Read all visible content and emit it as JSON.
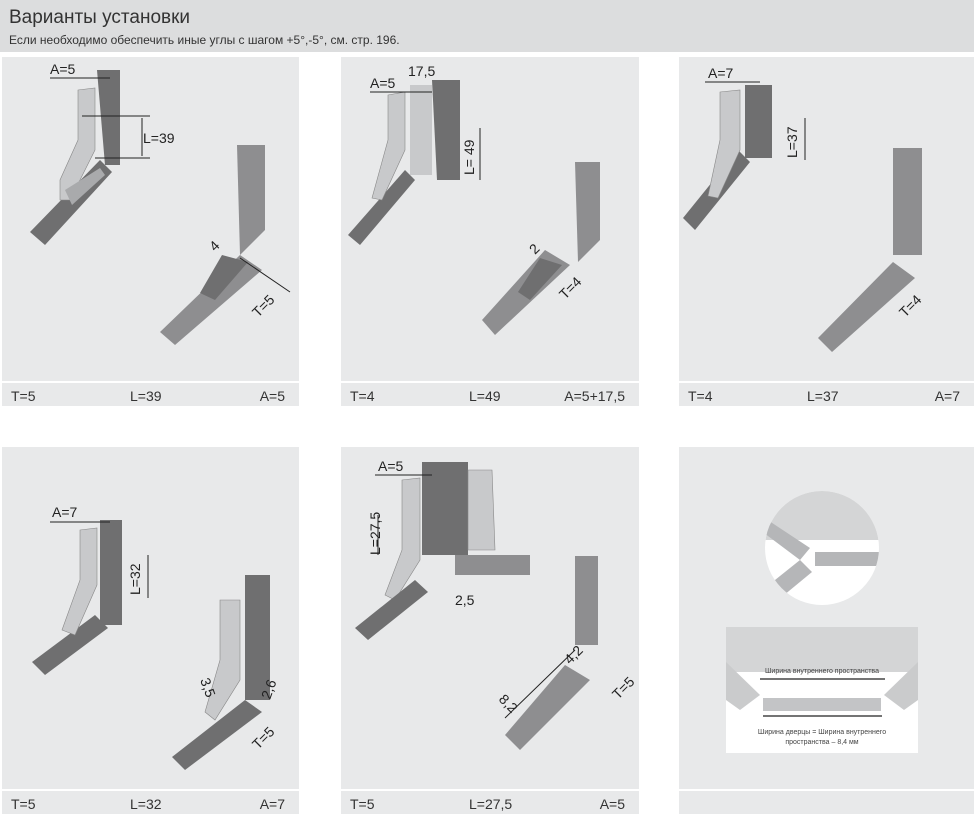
{
  "header": {
    "title": "Варианты установки",
    "subtitle": "Если необходимо обеспечить иные углы с шагом +5°,-5°, см. стр. 196."
  },
  "panels": [
    {
      "labels": {
        "a": "A=5",
        "l": "L=39",
        "gap": "4",
        "t": "T=5"
      },
      "footer": {
        "t": "T=5",
        "l": "L=39",
        "a": "A=5"
      }
    },
    {
      "labels": {
        "a": "A=5",
        "extra": "17,5",
        "l": "L= 49",
        "gap": "2",
        "t": "T=4"
      },
      "footer": {
        "t": "T=4",
        "l": "L=49",
        "a": "A=5+17,5"
      }
    },
    {
      "labels": {
        "a": "A=7",
        "l": "L=37",
        "t": "T=4"
      },
      "footer": {
        "t": "T=4",
        "l": "L=37",
        "a": "A=7"
      }
    },
    {
      "labels": {
        "a": "A=7",
        "l": "L=32",
        "gap1": "3,5",
        "gap2": "2,6",
        "t": "T=5"
      },
      "footer": {
        "t": "T=5",
        "l": "L=32",
        "a": "A=7"
      }
    },
    {
      "labels": {
        "a": "A=5",
        "l": "L=27,5",
        "gap": "2,5",
        "g1": "4,2",
        "g2": "8,2",
        "t": "T=5"
      },
      "footer": {
        "t": "T=5",
        "l": "L=27,5",
        "a": "A=5"
      }
    },
    {
      "labels": {
        "inner_width": "Ширина внутреннего пространства",
        "door_width_1": "Ширина дверцы = Ширина внутреннего",
        "door_width_2": "пространства – 8,4 мм"
      }
    }
  ],
  "colors": {
    "panel": "#e8e9ea",
    "wood_dark": "#6f6f70",
    "wood_mid": "#8e8e90",
    "hinge": "#c8c9cb"
  }
}
